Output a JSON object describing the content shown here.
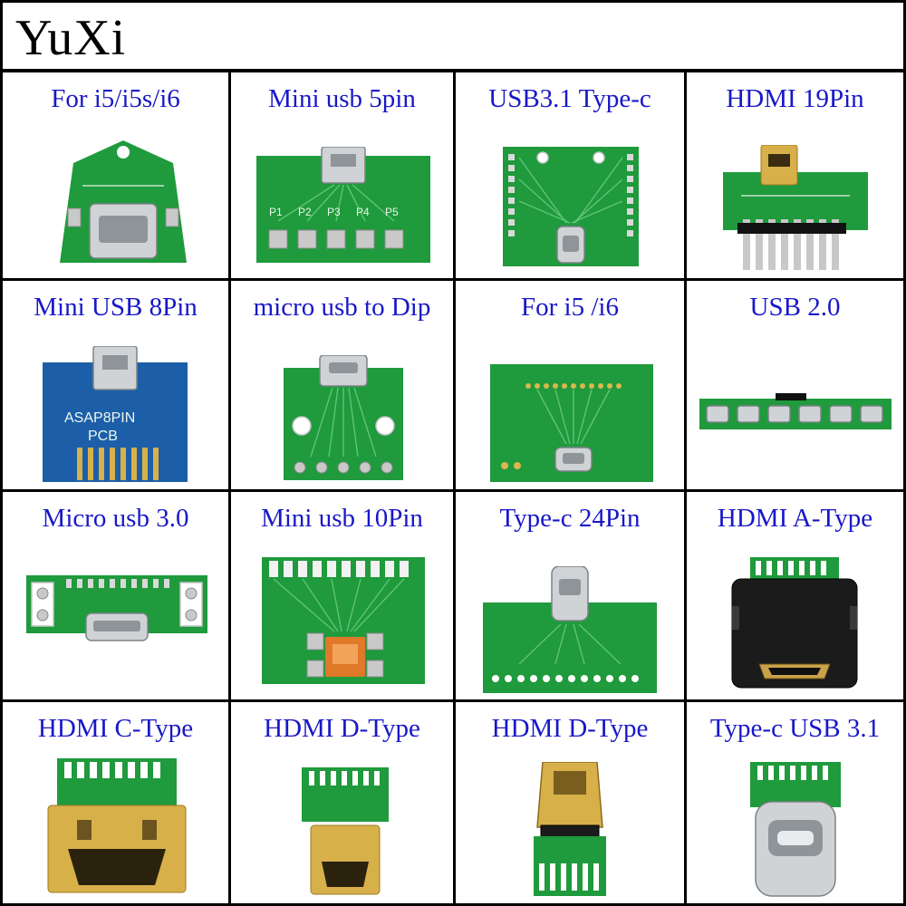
{
  "brand": {
    "title": "YuXi"
  },
  "products": [
    {
      "label": "For i5/i5s/i6"
    },
    {
      "label": "Mini usb 5pin",
      "silk": [
        "P1",
        "P2",
        "P3",
        "P4",
        "P5"
      ]
    },
    {
      "label": "USB3.1 Type-c"
    },
    {
      "label": "HDMI 19Pin"
    },
    {
      "label": "Mini USB 8Pin",
      "silk": [
        "ASAP8PIN",
        "PCB"
      ]
    },
    {
      "label": "micro usb to Dip"
    },
    {
      "label": "For i5 /i6"
    },
    {
      "label": "USB 2.0"
    },
    {
      "label": "Micro usb 3.0"
    },
    {
      "label": "Mini usb 10Pin"
    },
    {
      "label": "Type-c  24Pin"
    },
    {
      "label": "HDMI A-Type"
    },
    {
      "label": "HDMI C-Type"
    },
    {
      "label": "HDMI D-Type"
    },
    {
      "label": "HDMI D-Type"
    },
    {
      "label": "Type-c USB 3.1"
    }
  ],
  "colors": {
    "label_text": "#1818c8",
    "pcb_green": "#1f9a3c",
    "pcb_blue": "#1c5fa8",
    "border": "#000000"
  }
}
